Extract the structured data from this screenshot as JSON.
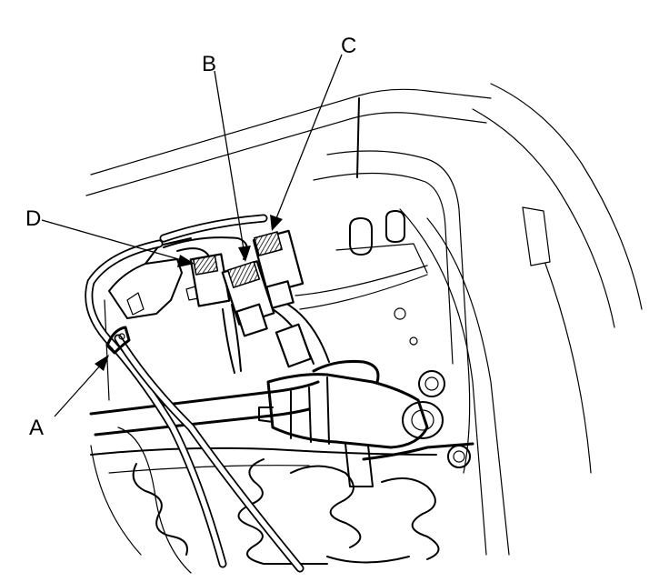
{
  "diagram": {
    "callouts": {
      "a": "A",
      "b": "B",
      "c": "C",
      "d": "D"
    },
    "colors": {
      "line": "#000000",
      "background": "#ffffff"
    }
  }
}
